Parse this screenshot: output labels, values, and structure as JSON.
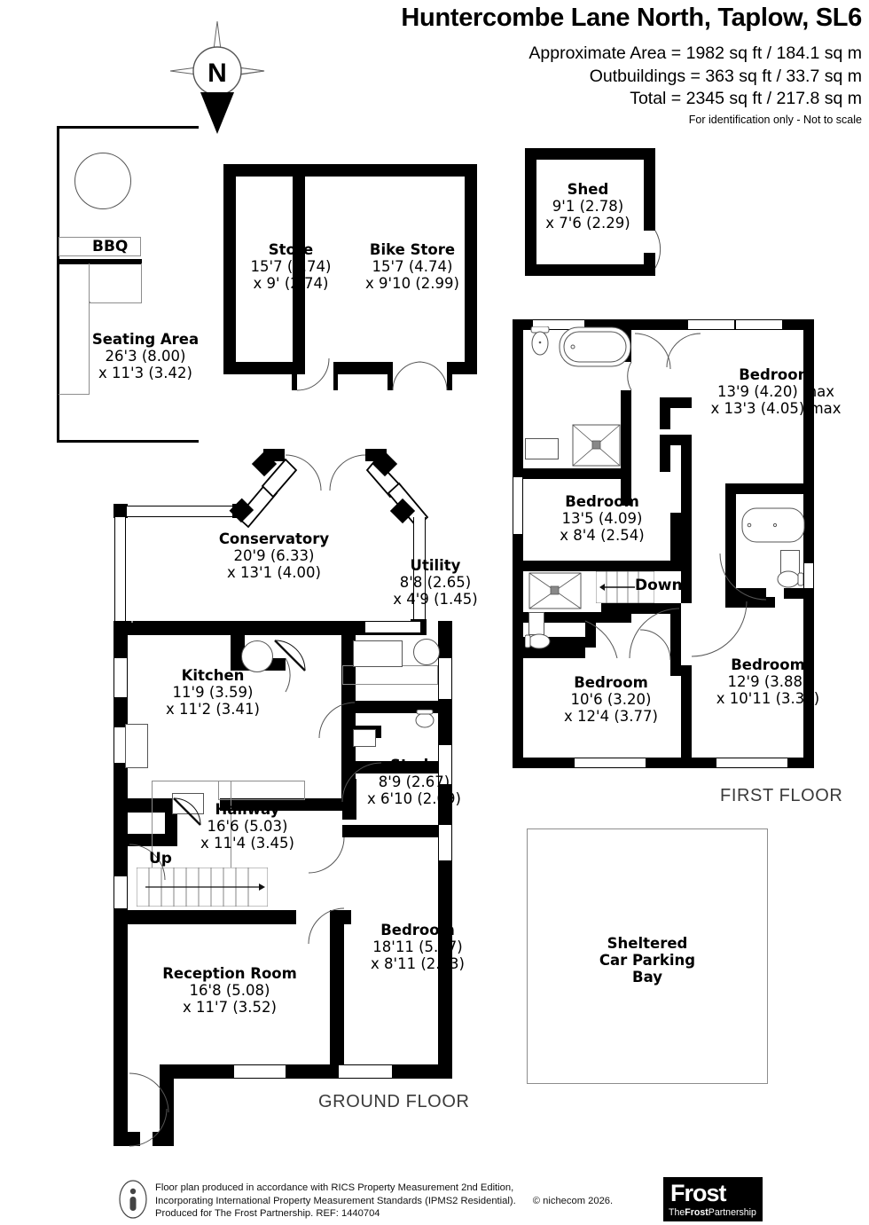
{
  "header": {
    "title": "Huntercombe Lane North, Taplow, SL6",
    "approximate_area": "Approximate Area = 1982 sq ft / 184.1 sq m",
    "outbuildings": "Outbuildings = 363 sq ft / 33.7 sq m",
    "total": "Total = 2345 sq ft / 217.8 sq m",
    "notice": "For identification only - Not to scale"
  },
  "compass": {
    "label": "N"
  },
  "outbuildings": {
    "bbq": {
      "name": "BBQ"
    },
    "seating_area": {
      "name": "Seating Area",
      "dim1": "26'3 (8.00)",
      "dim2": "x 11'3 (3.42)"
    },
    "store": {
      "name": "Store",
      "dim1": "15'7 (4.74)",
      "dim2": "x 9' (2.74)"
    },
    "bike_store": {
      "name": "Bike Store",
      "dim1": "15'7 (4.74)",
      "dim2": "x 9'10 (2.99)"
    },
    "shed": {
      "name": "Shed",
      "dim1": "9'1 (2.78)",
      "dim2": "x 7'6 (2.29)"
    }
  },
  "ground_floor": {
    "label": "GROUND FLOOR",
    "rooms": [
      {
        "name": "Conservatory",
        "dim1": "20'9 (6.33)",
        "dim2": "x 13'1 (4.00)"
      },
      {
        "name": "Utility",
        "dim1": "8'8 (2.65)",
        "dim2": "x 4'9 (1.45)"
      },
      {
        "name": "Kitchen",
        "dim1": "11'9 (3.59)",
        "dim2": "x 11'2 (3.41)"
      },
      {
        "name": "Study",
        "dim1": "8'9 (2.67)",
        "dim2": "x 6'10 (2.09)"
      },
      {
        "name": "Hallway",
        "dim1": "16'6 (5.03)",
        "dim2": "x 11'4 (3.45)"
      },
      {
        "name": "Bedroom",
        "dim1": "18'11 (5.77)",
        "dim2": "x 8'11 (2.73)"
      },
      {
        "name": "Reception Room",
        "dim1": "16'8 (5.08)",
        "dim2": "x 11'7 (3.52)"
      }
    ],
    "stair_tag": "Up"
  },
  "first_floor": {
    "label": "FIRST FLOOR",
    "rooms": [
      {
        "name": "Bedroom",
        "dim1": "13'9 (4.20) max",
        "dim2": "x 13'3 (4.05) max"
      },
      {
        "name": "Bedroom",
        "dim1": "13'5 (4.09)",
        "dim2": "x 8'4 (2.54)"
      },
      {
        "name": "Bedroom",
        "dim1": "10'6 (3.20)",
        "dim2": "x 12'4 (3.77)"
      },
      {
        "name": "Bedroom",
        "dim1": "12'9 (3.88)",
        "dim2": "x 10'11 (3.33)"
      }
    ],
    "stair_tag": "Down"
  },
  "parking": {
    "name_line1": "Sheltered",
    "name_line2": "Car Parking",
    "name_line3": "Bay"
  },
  "footer": {
    "line1": "Floor plan produced in accordance with RICS Property Measurement 2nd Edition,",
    "line2": "Incorporating International Property Measurement Standards (IPMS2 Residential).",
    "copyright": "© nichecom 2026.",
    "line3": "Produced for The Frost Partnership.   REF:  1440704",
    "brand_name": "Frost",
    "brand_sub_pre": "The",
    "brand_sub_bold": "Frost",
    "brand_sub_post": "Partnership"
  },
  "colors": {
    "wall": "#000000",
    "light": "#8d8d8d",
    "text": "#000000",
    "floor_label": "#3a3a3a"
  }
}
